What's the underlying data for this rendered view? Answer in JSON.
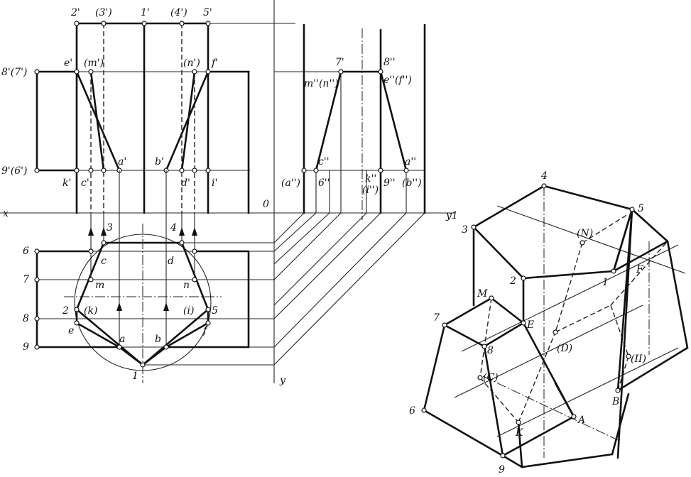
{
  "front_view": {
    "top_labels": [
      "2'",
      "(3')",
      "1'",
      "(4')",
      "5'"
    ],
    "left_labels": [
      "8'(7')",
      "9'(6')"
    ],
    "upper_labels": [
      "e'",
      "(m')",
      "(n')",
      "f'"
    ],
    "mid_labels": [
      "a'",
      "b'"
    ],
    "lower_labels": [
      "k'",
      "c'",
      "d'",
      "i'"
    ]
  },
  "side_view": {
    "top_labels": [
      "7'",
      "8''"
    ],
    "upper_labels": [
      "m''(n'')",
      "e''(f'')"
    ],
    "lower_labels": [
      "(a'')",
      "c''",
      "6''",
      "k''",
      "(i'')",
      "9''",
      "(b'')",
      "a''"
    ]
  },
  "axes": {
    "x": "x",
    "o": "0",
    "y1": "y1",
    "y": "y"
  },
  "top_view": {
    "row_labels": [
      "6",
      "7",
      "8",
      "9"
    ],
    "vertex_labels": [
      "3",
      "4",
      "c",
      "d",
      "m",
      "n",
      "2",
      "(k)",
      "(i)",
      "5",
      "e",
      "f",
      "a",
      "b",
      "1"
    ]
  },
  "iso_view": {
    "labels": [
      "4",
      "5",
      "3",
      "(N)",
      "2",
      "1",
      "F",
      "M",
      "7",
      "E",
      "8",
      "(D)",
      "(II)",
      "(C)",
      "6",
      "B",
      "K",
      "A",
      "9"
    ]
  }
}
